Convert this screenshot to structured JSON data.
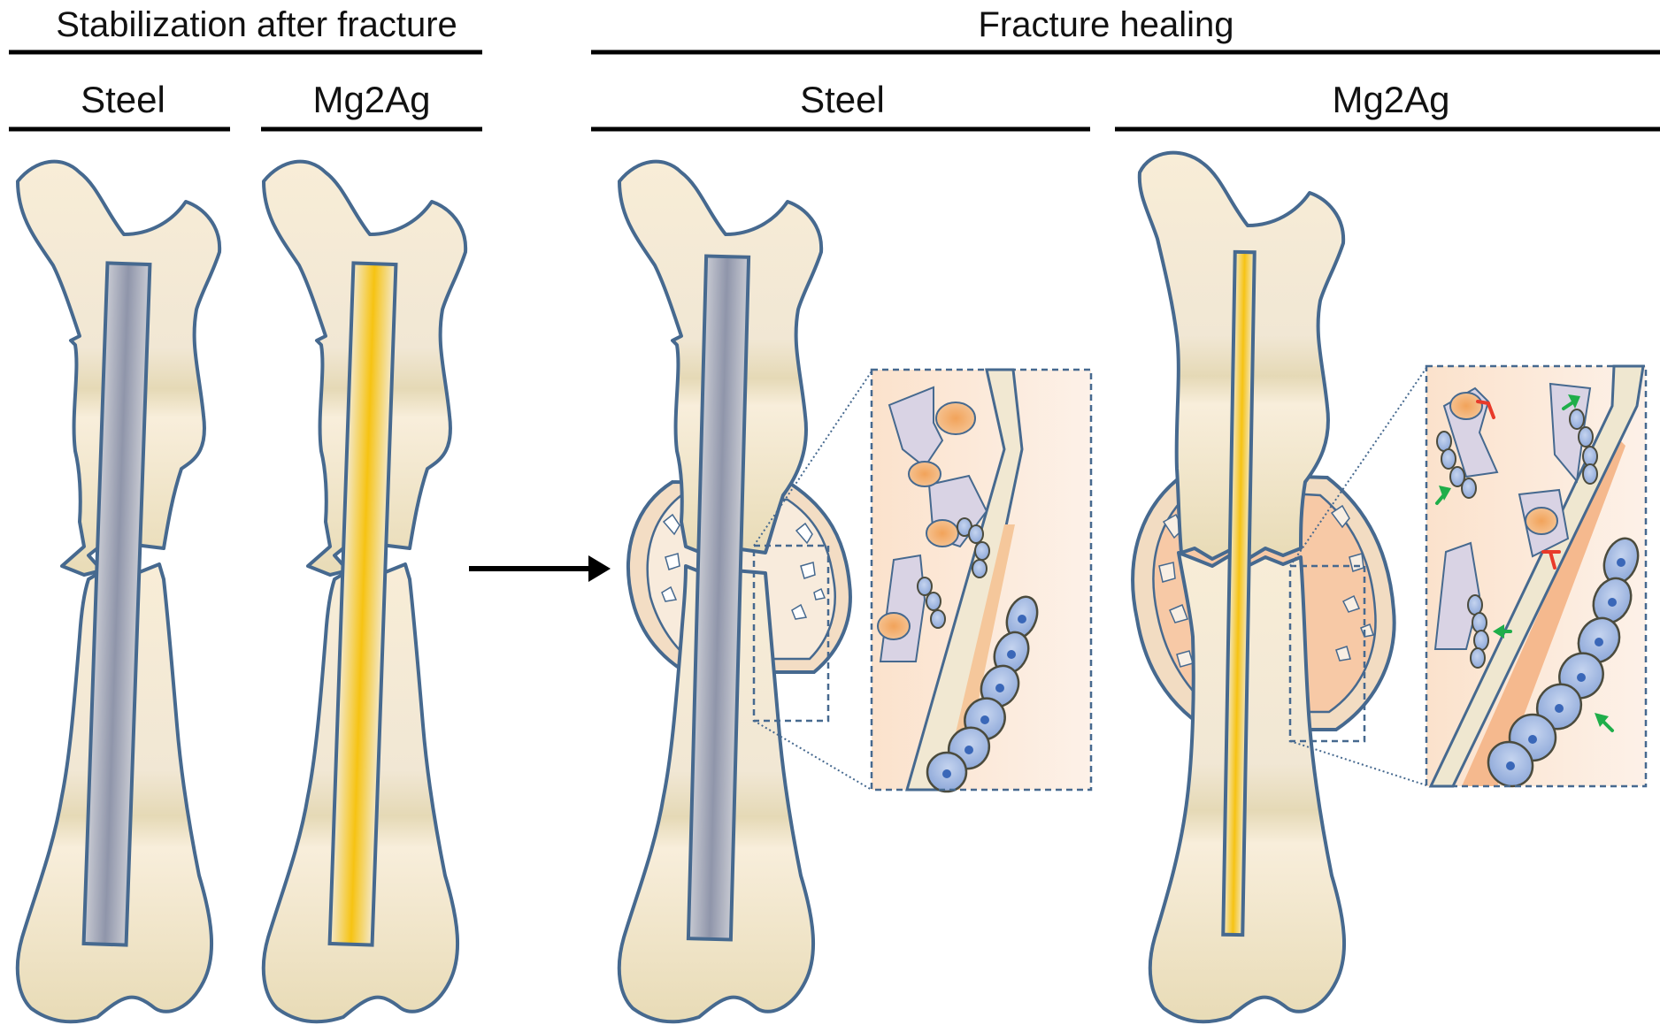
{
  "headers": {
    "stabilization": "Stabilization after fracture",
    "healing": "Fracture healing",
    "stab_steel": "Steel",
    "stab_mg2ag": "Mg2Ag",
    "heal_steel": "Steel",
    "heal_mg2ag": "Mg2Ag"
  },
  "colors": {
    "outline": "#46698f",
    "bone_fill_top": "#f7ecd6",
    "bone_fill_bottom": "#e9dcb8",
    "steel_rod": "#9aa3b8",
    "mg_rod": "#f2c316",
    "callus_fill": "#f2dcc2",
    "inset_background": "#fbe3cf",
    "cell_blue": "#9fb6e0",
    "arrow_green": "#1fae4a",
    "inhibit_red": "#e83a2a"
  },
  "icons": {
    "transition": "arrow-right-icon",
    "promote": "green-arrow-icon",
    "inhibit": "red-inhibit-icon"
  }
}
